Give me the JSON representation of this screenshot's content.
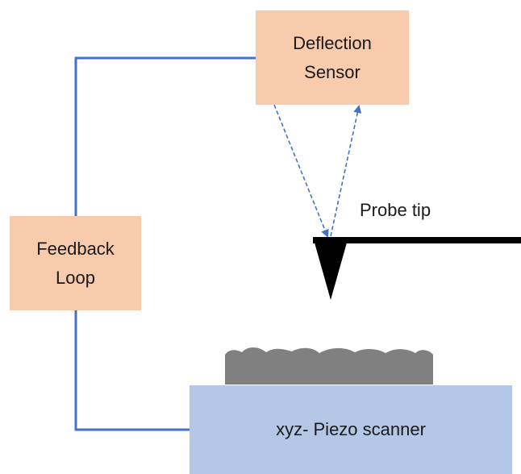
{
  "diagram": {
    "deflection_sensor": "Deflection\nSensor",
    "feedback_loop": "Feedback\nLoop",
    "piezo_scanner": "xyz- Piezo scanner",
    "probe_tip": "Probe tip"
  },
  "colors": {
    "sensor_fill": "#f8cbad",
    "feedback_fill": "#f8cbad",
    "scanner_fill": "#b4c7e7",
    "loop_line": "#4472c4",
    "signal_arrow": "#4472c4",
    "cantilever": "#000000",
    "sample": "#808080"
  }
}
